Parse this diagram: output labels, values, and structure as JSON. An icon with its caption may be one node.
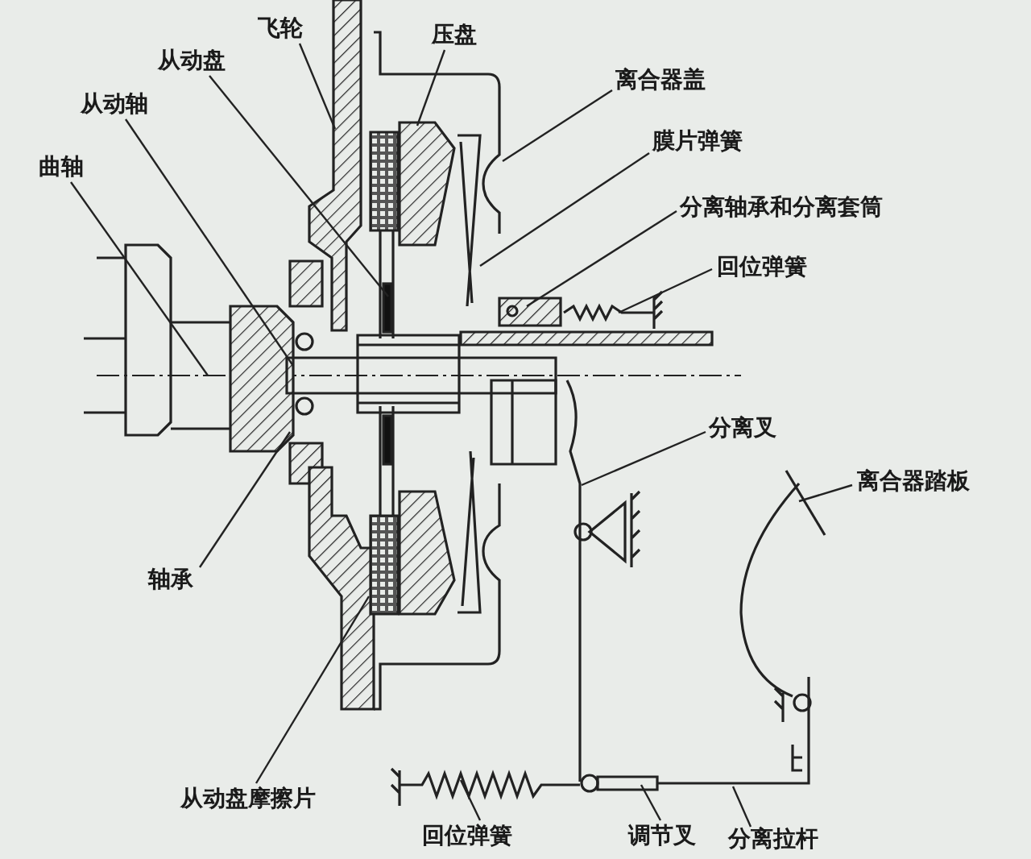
{
  "diagram": {
    "nodes": [
      {
        "text": [
          "飞轮"
        ]
      },
      {
        "text": [
          "从动盘"
        ]
      },
      {
        "text": [
          "压盘"
        ]
      },
      {
        "text": [
          "从动轴"
        ]
      },
      {
        "text": [
          "曲轴"
        ]
      },
      {
        "text": [
          "离合器盖"
        ]
      },
      {
        "text": [
          "膜片弹簧"
        ]
      },
      {
        "text": [
          "分离轴承和分离套筒"
        ]
      },
      {
        "text": [
          "回位弹簧"
        ]
      },
      {
        "text": [
          "分离叉"
        ]
      },
      {
        "text": [
          "离合器踏板"
        ]
      },
      {
        "text": [
          "轴承"
        ]
      },
      {
        "text": [
          "从动盘摩擦片"
        ]
      },
      {
        "text": [
          "回位弹簧"
        ]
      },
      {
        "text": [
          "调节叉"
        ]
      },
      {
        "text": [
          "分离拉杆"
        ]
      }
    ],
    "edges": [
      {
        "from": 0,
        "to": null,
        "arrow": "none"
      },
      {
        "from": 1,
        "to": null,
        "arrow": "none"
      },
      {
        "from": 2,
        "to": null,
        "arrow": "none"
      },
      {
        "from": 3,
        "to": null,
        "arrow": "none"
      },
      {
        "from": 4,
        "to": null,
        "arrow": "none"
      },
      {
        "from": 5,
        "to": null,
        "arrow": "none"
      },
      {
        "from": 6,
        "to": null,
        "arrow": "none"
      },
      {
        "from": 7,
        "to": null,
        "arrow": "none"
      },
      {
        "from": 8,
        "to": null,
        "arrow": "none"
      },
      {
        "from": 9,
        "to": null,
        "arrow": "none"
      },
      {
        "from": 10,
        "to": null,
        "arrow": "none"
      },
      {
        "from": 11,
        "to": null,
        "arrow": "none"
      },
      {
        "from": 12,
        "to": null,
        "arrow": "none"
      },
      {
        "from": 13,
        "to": null,
        "arrow": "none"
      },
      {
        "from": 14,
        "to": null,
        "arrow": "none"
      },
      {
        "from": 15,
        "to": null,
        "arrow": "none"
      }
    ]
  }
}
